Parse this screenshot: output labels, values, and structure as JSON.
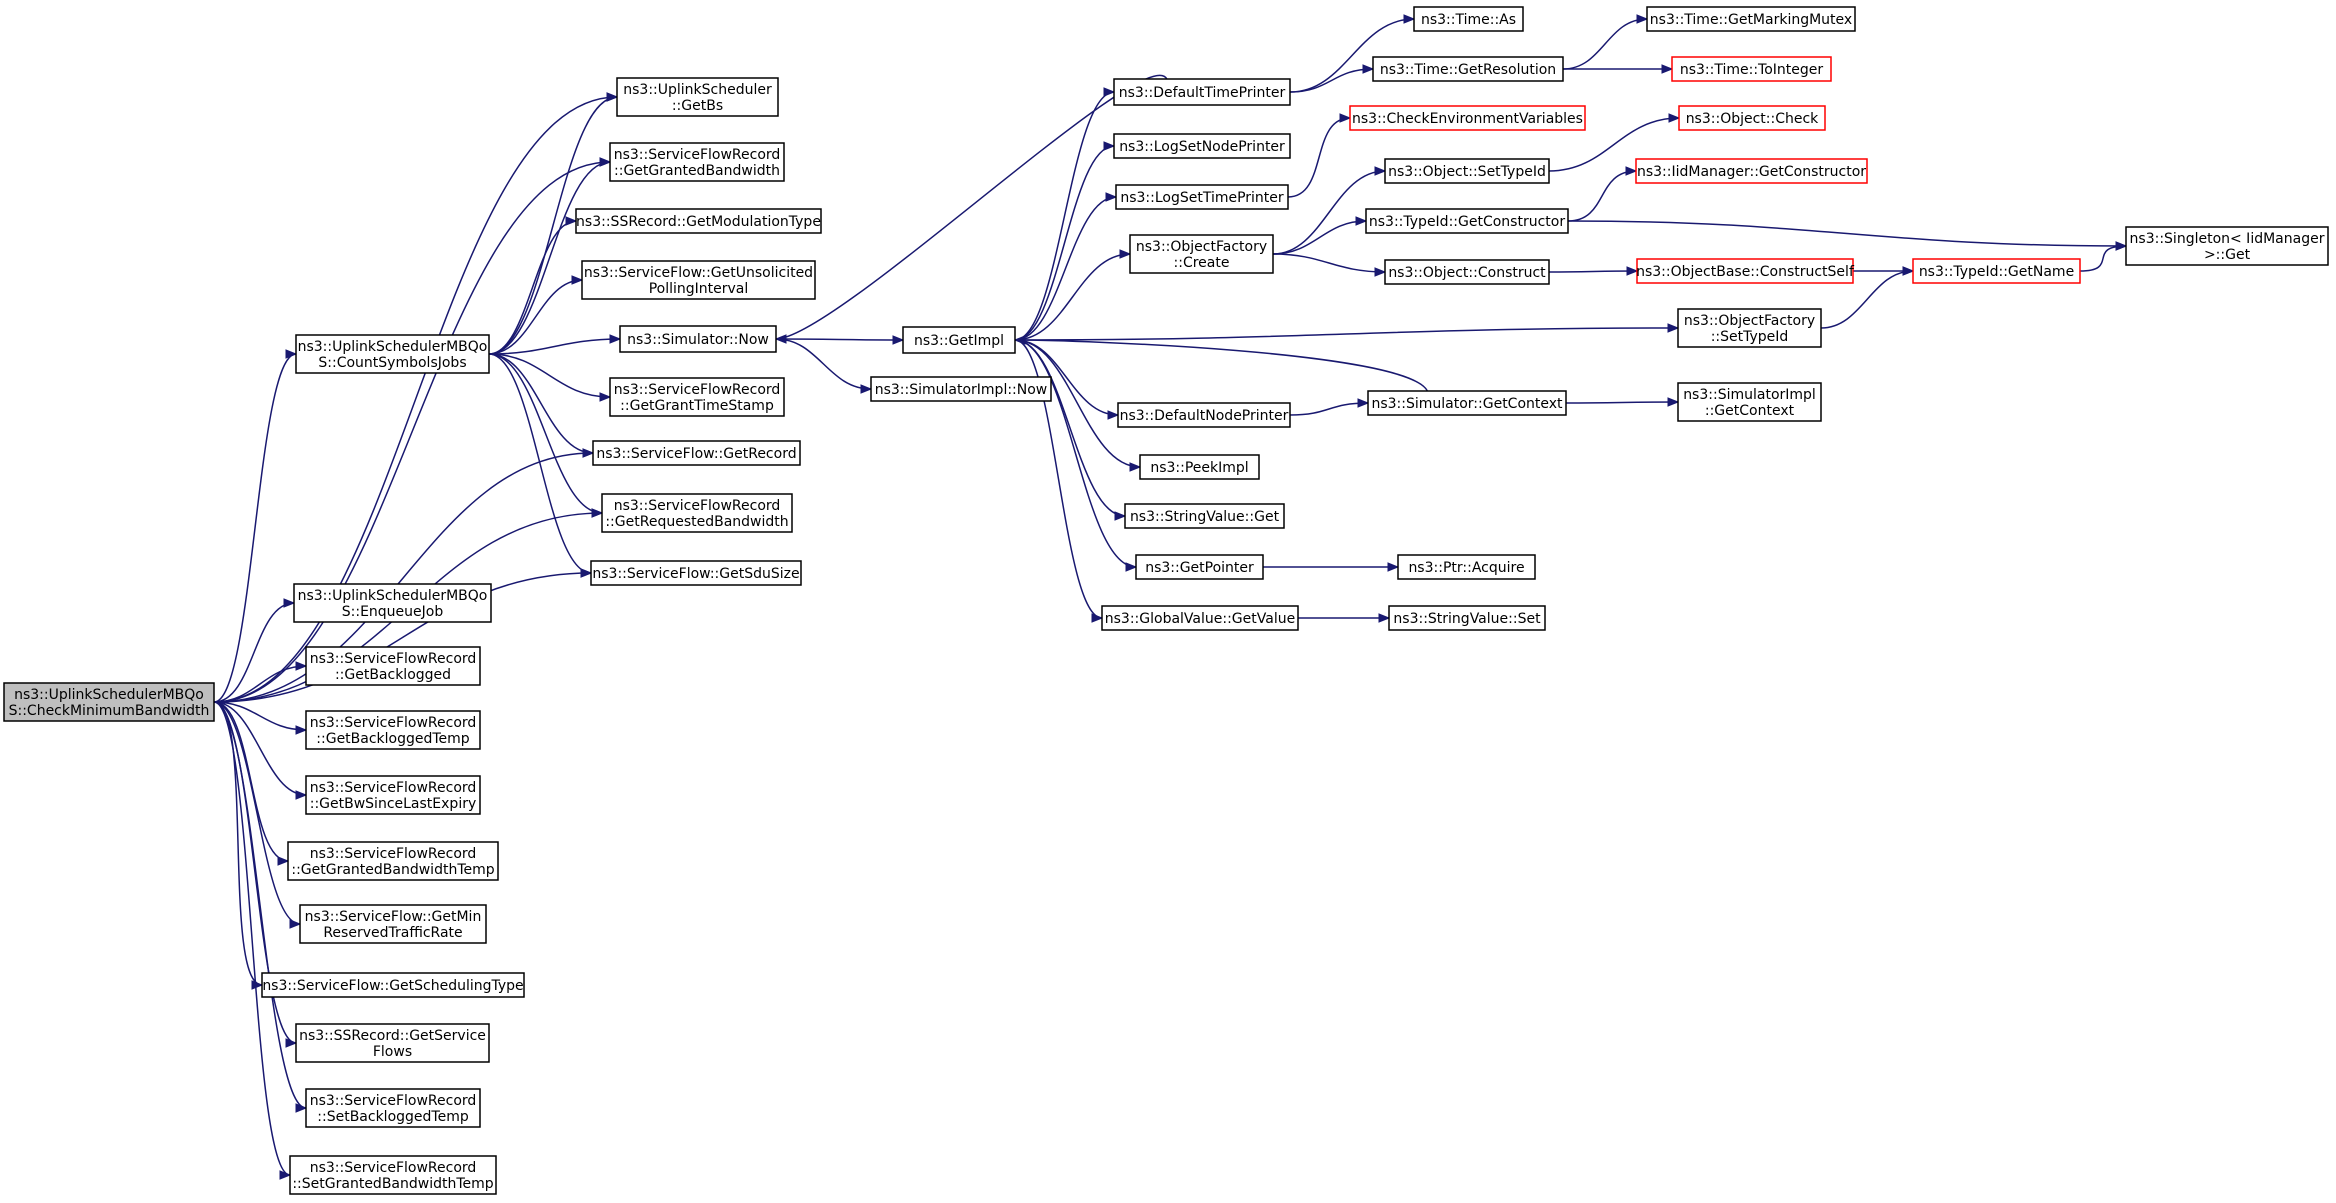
{
  "colors": {
    "edge": "#191970",
    "truncated_border": "#ff0000",
    "root_fill": "#bfbfbf"
  },
  "nodes": [
    {
      "id": "root",
      "lines": [
        "ns3::UplinkSchedulerMBQo",
        "S::CheckMinimumBandwidth"
      ],
      "root": true
    },
    {
      "id": "getbs",
      "lines": [
        "ns3::UplinkScheduler",
        "::GetBs"
      ]
    },
    {
      "id": "sfr_ggb",
      "lines": [
        "ns3::ServiceFlowRecord",
        "::GetGrantedBandwidth"
      ]
    },
    {
      "id": "ss_gmt",
      "lines": [
        "ns3::SSRecord::GetModulationType"
      ]
    },
    {
      "id": "sf_gupi",
      "lines": [
        "ns3::ServiceFlow::GetUnsolicited",
        "PollingInterval"
      ]
    },
    {
      "id": "sim_now",
      "lines": [
        "ns3::Simulator::Now"
      ]
    },
    {
      "id": "sfr_ggts",
      "lines": [
        "ns3::ServiceFlowRecord",
        "::GetGrantTimeStamp"
      ]
    },
    {
      "id": "sf_gr",
      "lines": [
        "ns3::ServiceFlow::GetRecord"
      ]
    },
    {
      "id": "sfr_grb",
      "lines": [
        "ns3::ServiceFlowRecord",
        "::GetRequestedBandwidth"
      ]
    },
    {
      "id": "sf_gss",
      "lines": [
        "ns3::ServiceFlow::GetSduSize"
      ]
    },
    {
      "id": "csj",
      "lines": [
        "ns3::UplinkSchedulerMBQo",
        "S::CountSymbolsJobs"
      ]
    },
    {
      "id": "ej",
      "lines": [
        "ns3::UplinkSchedulerMBQo",
        "S::EnqueueJob"
      ]
    },
    {
      "id": "sfr_gbl",
      "lines": [
        "ns3::ServiceFlowRecord",
        "::GetBacklogged"
      ]
    },
    {
      "id": "sfr_gblt",
      "lines": [
        "ns3::ServiceFlowRecord",
        "::GetBackloggedTemp"
      ]
    },
    {
      "id": "sfr_gbsle",
      "lines": [
        "ns3::ServiceFlowRecord",
        "::GetBwSinceLastExpiry"
      ]
    },
    {
      "id": "sfr_ggbt",
      "lines": [
        "ns3::ServiceFlowRecord",
        "::GetGrantedBandwidthTemp"
      ]
    },
    {
      "id": "sf_gmrtr",
      "lines": [
        "ns3::ServiceFlow::GetMin",
        "ReservedTrafficRate"
      ]
    },
    {
      "id": "sf_gst",
      "lines": [
        "ns3::ServiceFlow::GetSchedulingType"
      ]
    },
    {
      "id": "ss_gsf",
      "lines": [
        "ns3::SSRecord::GetService",
        "Flows"
      ]
    },
    {
      "id": "sfr_sblt",
      "lines": [
        "ns3::ServiceFlowRecord",
        "::SetBackloggedTemp"
      ]
    },
    {
      "id": "sfr_sgbt",
      "lines": [
        "ns3::ServiceFlowRecord",
        "::SetGrantedBandwidthTemp"
      ]
    },
    {
      "id": "simimpl_now",
      "lines": [
        "ns3::SimulatorImpl::Now"
      ]
    },
    {
      "id": "getimpl",
      "lines": [
        "ns3::GetImpl"
      ]
    },
    {
      "id": "dtp",
      "lines": [
        "ns3::DefaultTimePrinter"
      ]
    },
    {
      "id": "lsnp",
      "lines": [
        "ns3::LogSetNodePrinter"
      ]
    },
    {
      "id": "lstp",
      "lines": [
        "ns3::LogSetTimePrinter"
      ]
    },
    {
      "id": "of_create",
      "lines": [
        "ns3::ObjectFactory",
        "::Create"
      ]
    },
    {
      "id": "dnp",
      "lines": [
        "ns3::DefaultNodePrinter"
      ]
    },
    {
      "id": "peekimpl",
      "lines": [
        "ns3::PeekImpl"
      ]
    },
    {
      "id": "sv_get",
      "lines": [
        "ns3::StringValue::Get"
      ]
    },
    {
      "id": "getpointer",
      "lines": [
        "ns3::GetPointer"
      ]
    },
    {
      "id": "gv_getvalue",
      "lines": [
        "ns3::GlobalValue::GetValue"
      ]
    },
    {
      "id": "time_as",
      "lines": [
        "ns3::Time::As"
      ]
    },
    {
      "id": "time_gr",
      "lines": [
        "ns3::Time::GetResolution"
      ]
    },
    {
      "id": "cev",
      "lines": [
        "ns3::CheckEnvironmentVariables"
      ],
      "truncated": true
    },
    {
      "id": "obj_sti",
      "lines": [
        "ns3::Object::SetTypeId"
      ]
    },
    {
      "id": "tid_gc",
      "lines": [
        "ns3::TypeId::GetConstructor"
      ]
    },
    {
      "id": "obj_construct",
      "lines": [
        "ns3::Object::Construct"
      ]
    },
    {
      "id": "of_sti",
      "lines": [
        "ns3::ObjectFactory",
        "::SetTypeId"
      ]
    },
    {
      "id": "sim_gc",
      "lines": [
        "ns3::Simulator::GetContext"
      ]
    },
    {
      "id": "ptr_acquire",
      "lines": [
        "ns3::Ptr::Acquire"
      ]
    },
    {
      "id": "sv_set",
      "lines": [
        "ns3::StringValue::Set"
      ]
    },
    {
      "id": "time_gmm",
      "lines": [
        "ns3::Time::GetMarkingMutex"
      ]
    },
    {
      "id": "time_ti",
      "lines": [
        "ns3::Time::ToInteger"
      ],
      "truncated": true
    },
    {
      "id": "obj_check",
      "lines": [
        "ns3::Object::Check"
      ],
      "truncated": true
    },
    {
      "id": "iidm_gc",
      "lines": [
        "ns3::IidManager::GetConstructor"
      ],
      "truncated": true
    },
    {
      "id": "ob_cs",
      "lines": [
        "ns3::ObjectBase::ConstructSelf"
      ],
      "truncated": true
    },
    {
      "id": "tid_gn",
      "lines": [
        "ns3::TypeId::GetName"
      ],
      "truncated": true
    },
    {
      "id": "simimpl_gc",
      "lines": [
        "ns3::SimulatorImpl",
        "::GetContext"
      ]
    },
    {
      "id": "singleton_get",
      "lines": [
        "ns3::Singleton< IidManager",
        " >::Get"
      ]
    }
  ],
  "edges": [
    [
      "root",
      "getbs"
    ],
    [
      "root",
      "sfr_ggb"
    ],
    [
      "root",
      "csj"
    ],
    [
      "root",
      "sf_gr"
    ],
    [
      "root",
      "sfr_grb"
    ],
    [
      "root",
      "sf_gss"
    ],
    [
      "root",
      "ej"
    ],
    [
      "root",
      "sfr_gbl"
    ],
    [
      "root",
      "sfr_gblt"
    ],
    [
      "root",
      "sfr_gbsle"
    ],
    [
      "root",
      "sfr_ggbt"
    ],
    [
      "root",
      "sf_gmrtr"
    ],
    [
      "root",
      "sf_gst"
    ],
    [
      "root",
      "ss_gsf"
    ],
    [
      "root",
      "sfr_sblt"
    ],
    [
      "root",
      "sfr_sgbt"
    ],
    [
      "csj",
      "getbs"
    ],
    [
      "csj",
      "sfr_ggb"
    ],
    [
      "csj",
      "ss_gmt"
    ],
    [
      "csj",
      "sf_gupi"
    ],
    [
      "csj",
      "sim_now"
    ],
    [
      "csj",
      "sfr_ggts"
    ],
    [
      "csj",
      "sf_gr"
    ],
    [
      "csj",
      "sfr_grb"
    ],
    [
      "csj",
      "sf_gss"
    ],
    [
      "sim_now",
      "getimpl"
    ],
    [
      "sim_now",
      "simimpl_now"
    ],
    [
      "getimpl",
      "dtp"
    ],
    [
      "getimpl",
      "lsnp"
    ],
    [
      "getimpl",
      "lstp"
    ],
    [
      "getimpl",
      "of_create"
    ],
    [
      "getimpl",
      "of_sti"
    ],
    [
      "getimpl",
      "dnp"
    ],
    [
      "getimpl",
      "peekimpl"
    ],
    [
      "getimpl",
      "sv_get"
    ],
    [
      "getimpl",
      "getpointer"
    ],
    [
      "getimpl",
      "gv_getvalue"
    ],
    [
      "dtp",
      "sim_now"
    ],
    [
      "dtp",
      "time_as"
    ],
    [
      "dtp",
      "time_gr"
    ],
    [
      "time_gr",
      "time_gmm"
    ],
    [
      "time_gr",
      "time_ti"
    ],
    [
      "lstp",
      "cev"
    ],
    [
      "of_create",
      "obj_sti"
    ],
    [
      "of_create",
      "tid_gc"
    ],
    [
      "of_create",
      "obj_construct"
    ],
    [
      "obj_sti",
      "obj_check"
    ],
    [
      "tid_gc",
      "iidm_gc"
    ],
    [
      "tid_gc",
      "singleton_get"
    ],
    [
      "obj_construct",
      "ob_cs"
    ],
    [
      "ob_cs",
      "tid_gn"
    ],
    [
      "of_sti",
      "tid_gn"
    ],
    [
      "tid_gn",
      "singleton_get"
    ],
    [
      "dnp",
      "sim_gc"
    ],
    [
      "sim_gc",
      "getimpl"
    ],
    [
      "sim_gc",
      "simimpl_gc"
    ],
    [
      "getpointer",
      "ptr_acquire"
    ],
    [
      "gv_getvalue",
      "sv_set"
    ]
  ]
}
